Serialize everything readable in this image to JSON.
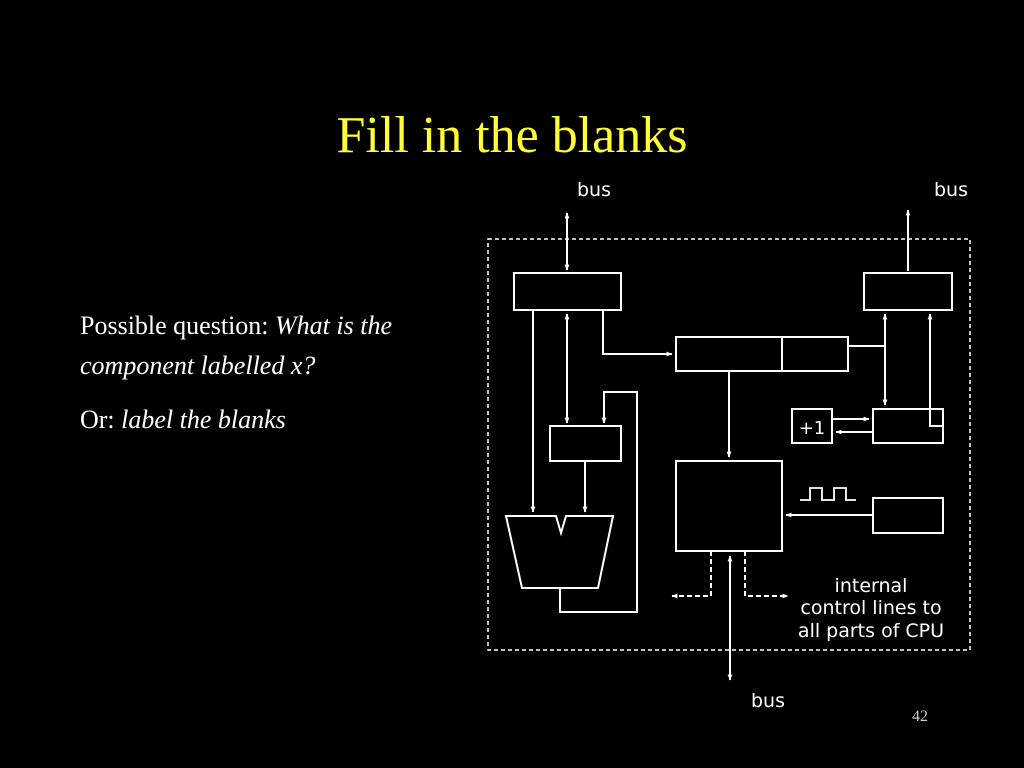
{
  "slide": {
    "title": "Fill in the blanks",
    "question_prefix": "Possible question: ",
    "question_italic": "What is the component labelled x?",
    "or_prefix": "Or: ",
    "or_italic": "label the blanks",
    "page_number": "42"
  },
  "diagram": {
    "bus_top_left": "bus",
    "bus_top_right": "bus",
    "bus_bottom": "bus",
    "incrementer": "+1",
    "control_lines_1": "internal",
    "control_lines_2": "control lines to",
    "control_lines_3": "all parts of CPU"
  },
  "colors": {
    "background": "#000000",
    "title": "#ffff33",
    "text": "#ffffff",
    "diagram_line": "#ffffff"
  }
}
